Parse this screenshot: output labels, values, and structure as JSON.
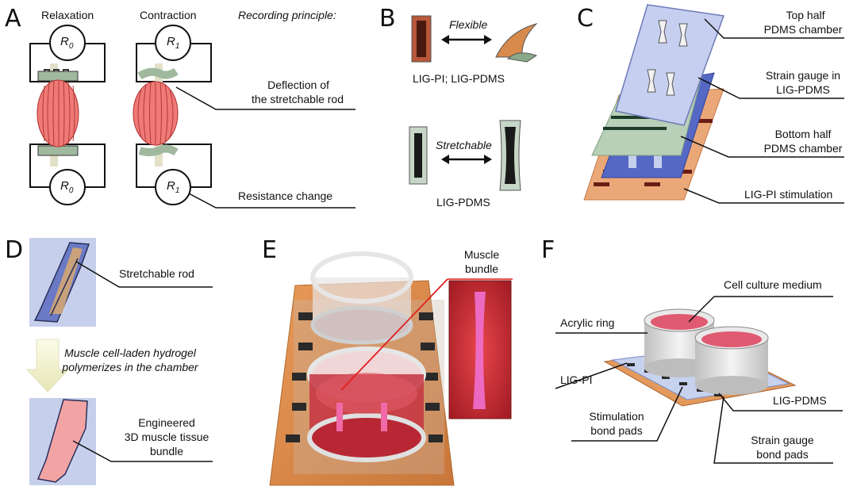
{
  "panels": {
    "A": {
      "letter": "A",
      "relaxation": "Relaxation",
      "contraction": "Contraction",
      "recording_principle": "Recording principle:",
      "r0_top": "R",
      "r0_top_sub": "0",
      "r1_top": "R",
      "r1_top_sub": "1",
      "r0_bot": "R",
      "r0_bot_sub": "0",
      "r1_bot": "R",
      "r1_bot_sub": "1",
      "deflection_line1": "Deflection of",
      "deflection_line2": "the stretchable rod",
      "resistance_change": "Resistance change"
    },
    "B": {
      "letter": "B",
      "flexible": "Flexible",
      "lig_pi_pdms": "LIG-PI; LIG-PDMS",
      "stretchable": "Stretchable",
      "lig_pdms": "LIG-PDMS"
    },
    "C": {
      "letter": "C",
      "top_half_1": "Top half",
      "top_half_2": "PDMS chamber",
      "strain_gauge_1": "Strain gauge in",
      "strain_gauge_2": "LIG-PDMS",
      "bottom_half_1": "Bottom half",
      "bottom_half_2": "PDMS chamber",
      "lig_pi_stim": "LIG-PI stimulation"
    },
    "D": {
      "letter": "D",
      "stretchable_rod": "Stretchable rod",
      "hydrogel_1": "Muscle cell-laden hydrogel",
      "hydrogel_2": "polymerizes in the chamber",
      "engineered_1": "Engineered",
      "engineered_2": "3D muscle tissue",
      "engineered_3": "bundle"
    },
    "E": {
      "letter": "E",
      "muscle_1": "Muscle",
      "muscle_2": "bundle"
    },
    "F": {
      "letter": "F",
      "cell_culture": "Cell culture medium",
      "acrylic_ring": "Acrylic ring",
      "lig_pi": "LIG-PI",
      "lig_pdms": "LIG-PDMS",
      "stim_pads_1": "Stimulation",
      "stim_pads_2": "bond pads",
      "strain_pads_1": "Strain gauge",
      "strain_pads_2": "bond pads"
    }
  },
  "colors": {
    "muscle": "#e8706c",
    "muscle_stripe": "#b83a3a",
    "lig_pi": "#e49a5c",
    "pdms_blue": "#c9d2f0",
    "gauge_green": "#b7cdb8",
    "dark_blue": "#4a5fb8",
    "medium_red": "#d64a52",
    "tissue_pink": "#f0a0a4",
    "panel_blue_bg": "#c6d0ec"
  }
}
